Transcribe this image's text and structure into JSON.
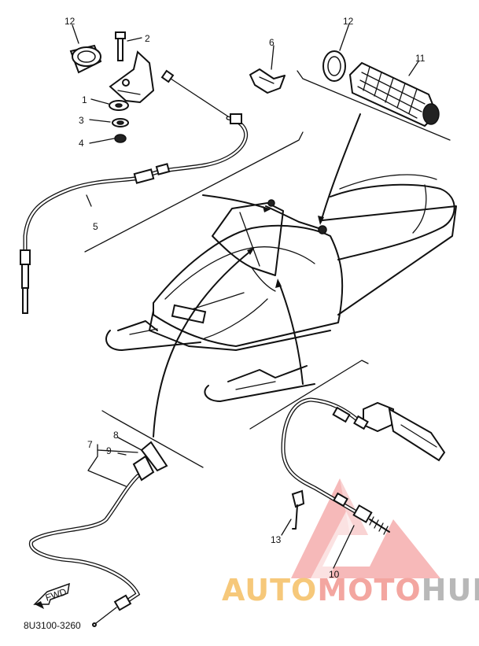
{
  "callouts": {
    "n1": "1",
    "n2": "2",
    "n3": "3",
    "n4": "4",
    "n5": "5",
    "n6": "6",
    "n7": "7",
    "n8": "8",
    "n9": "9",
    "n10": "10",
    "n11": "11",
    "n12a": "12",
    "n12b": "12",
    "n13": "13"
  },
  "fwd_label": "FWD",
  "drawing_code": "8U3100-3260",
  "watermark": {
    "part1": "AUTO",
    "part2": "MOTO",
    "part3": "HUB",
    "colors": {
      "auto": "#f6c87a",
      "moto": "#f3a6a0",
      "hub": "#b8b8b8",
      "logo": "#f08080"
    }
  }
}
